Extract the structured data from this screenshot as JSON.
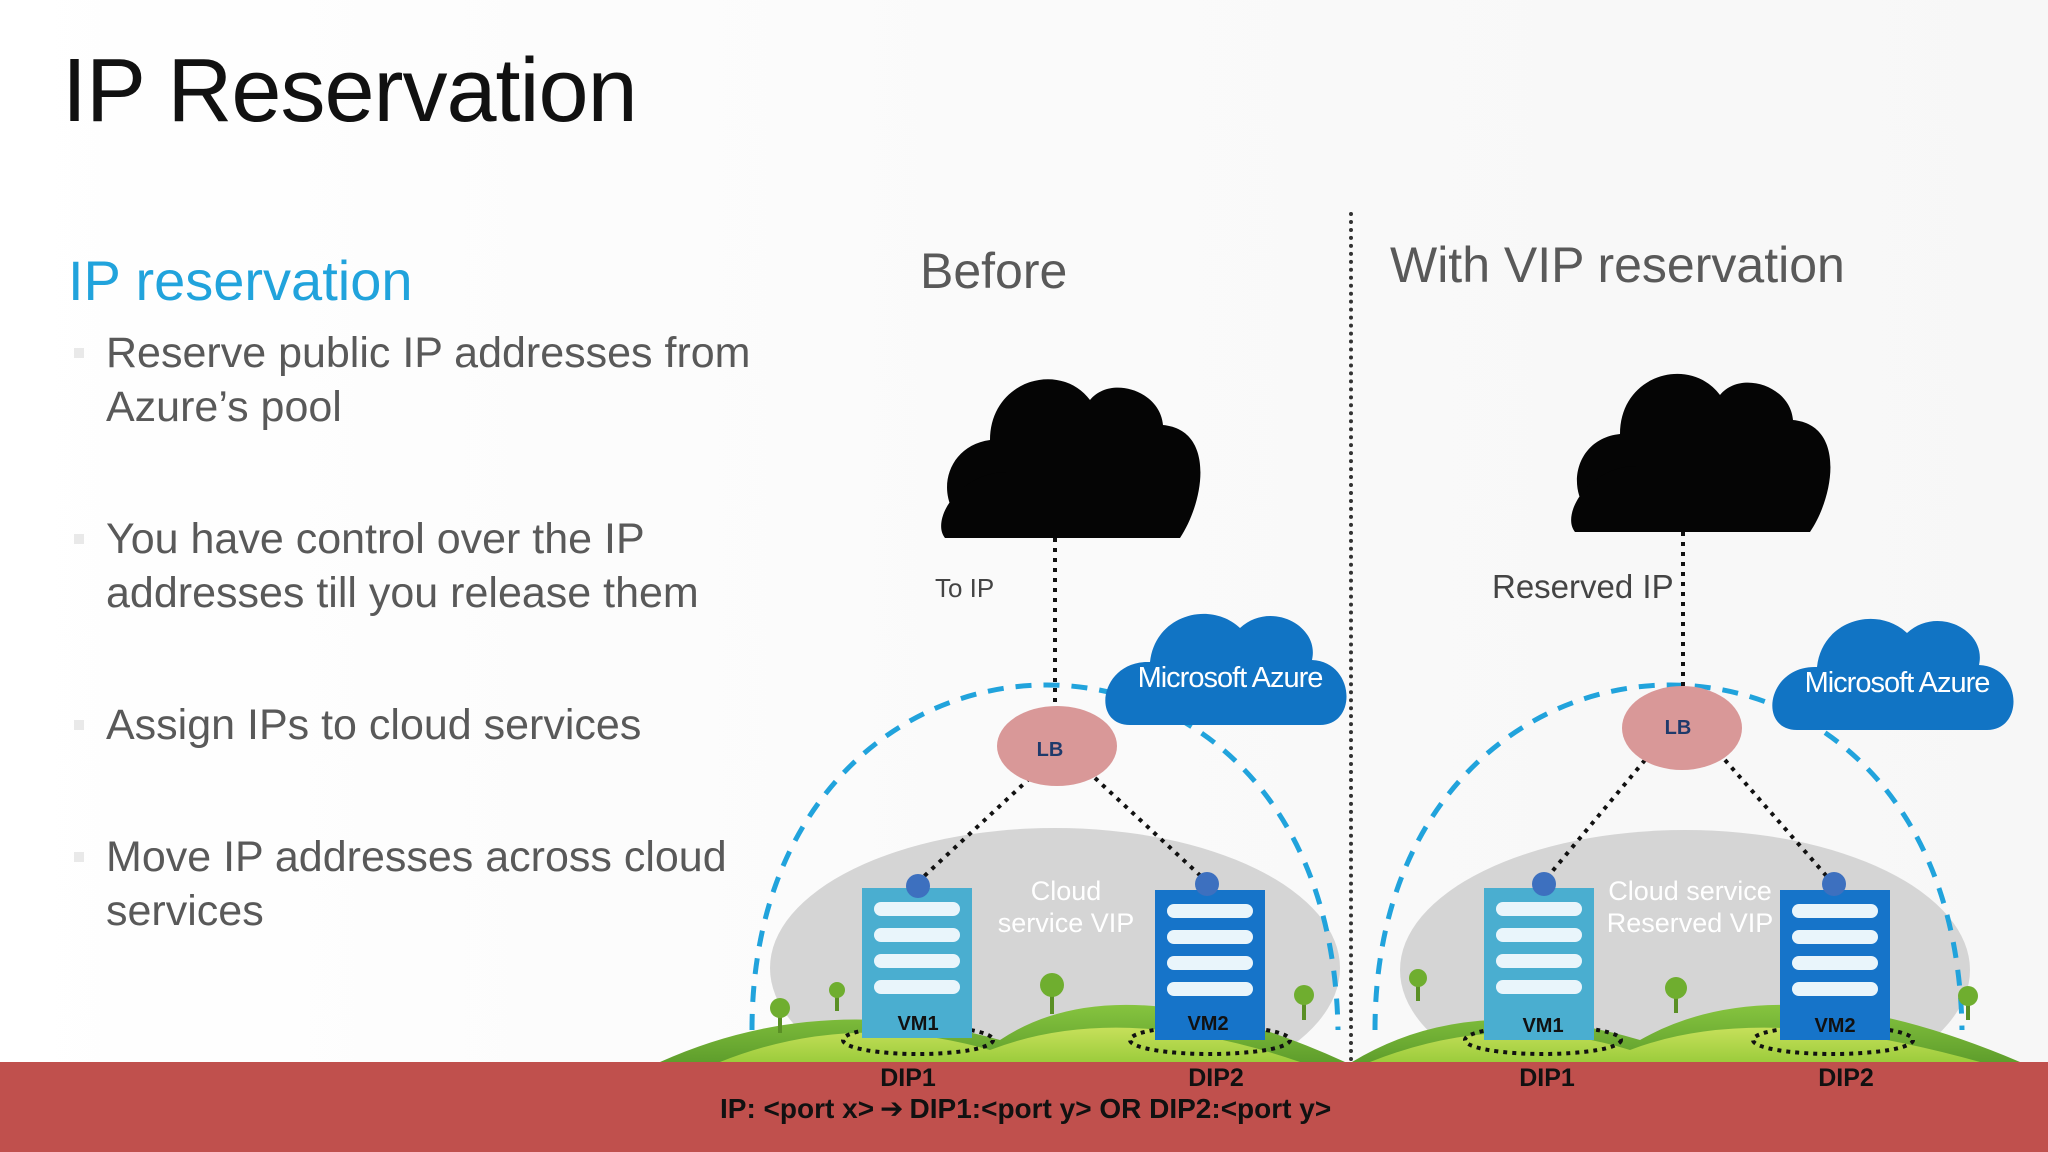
{
  "slide": {
    "title": "IP Reservation",
    "section_heading": "IP reservation",
    "bullets": [
      "Reserve public IP addresses from Azure’s pool",
      "You have control over the IP addresses till you release them",
      "Assign IPs to cloud services",
      "Move IP addresses across cloud services"
    ]
  },
  "before": {
    "heading": "Before",
    "ip_label": "To IP",
    "lb_label": "LB",
    "azure_label": "Microsoft Azure",
    "cloud_service_label_line1": "Cloud",
    "cloud_service_label_line2": "service VIP",
    "vm1": "VM1",
    "vm2": "VM2",
    "dip1": "DIP1",
    "dip2": "DIP2"
  },
  "after": {
    "heading": "With VIP reservation",
    "ip_label": "Reserved IP",
    "lb_label": "LB",
    "azure_label": "Microsoft Azure",
    "cloud_service_label_line1": "Cloud service",
    "cloud_service_label_line2": "Reserved VIP",
    "vm1": "VM1",
    "vm2": "VM2",
    "dip1": "DIP1",
    "dip2": "DIP2"
  },
  "footer": {
    "mapping_left": "IP: <port x>",
    "mapping_right": "DIP1:<port y> OR DIP2:<port y>",
    "arrow_icon": "right-arrow-icon"
  },
  "colors": {
    "accent_blue": "#21a3dc",
    "azure_blue": "#1174c4",
    "lb_pink": "#d99898",
    "vm_teal": "#4aaed0",
    "vm_blue": "#1674c9",
    "hill_green": "#7cb83f",
    "footer_red": "#c0504d"
  }
}
